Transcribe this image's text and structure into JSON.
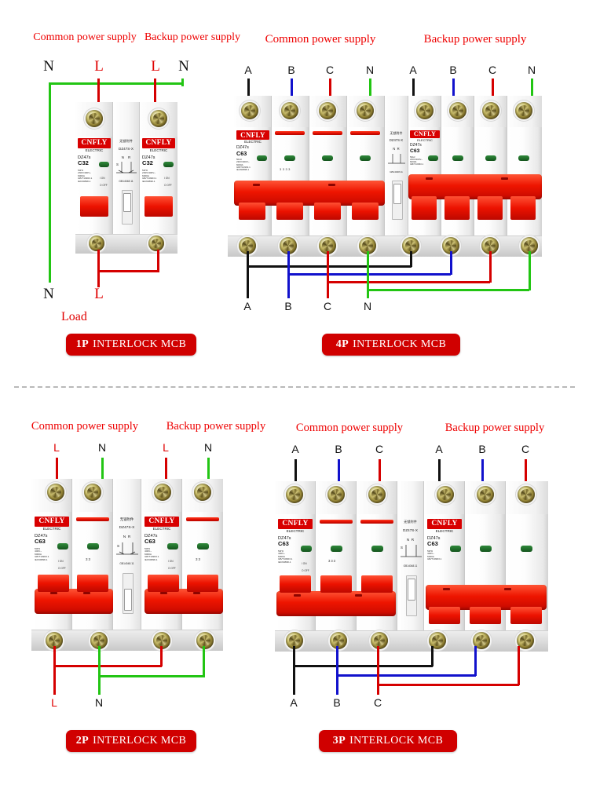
{
  "page": {
    "background": "#ffffff",
    "accent_red": "#d00000",
    "wire_colors": {
      "L": "#d50000",
      "N": "#22c513",
      "A": "#111111",
      "B": "#1111cc",
      "C": "#d50000"
    }
  },
  "divider": {
    "style": "dashed",
    "color": "#b9b9b9"
  },
  "breaker": {
    "brand": "CNFLY",
    "brand_sub": "ELECTRIC",
    "model": "DZ47s",
    "specs": [
      "50Hz",
      "230V/400V~",
      "6000A",
      "GB/T10963.1",
      "IEC60898-1"
    ],
    "specs_2p": [
      "50Hz",
      "400V~",
      "6000A",
      "GB/T10963.1",
      "IEC60898-1"
    ],
    "switch_on": "I ON",
    "switch_off": "O OFF"
  },
  "interlock": {
    "title_cn": "无锁附件",
    "model": "DZ47S-X",
    "terminal_left": "N",
    "terminal_right": "R",
    "terminal_s": "S",
    "code": "GB14048.11"
  },
  "panels": [
    {
      "id": "1p",
      "badge_num": "1P",
      "badge_text": "INTERLOCK MCB",
      "rating": "C32",
      "common_label": "Common power supply",
      "backup_label": "Backup power supply",
      "input_left": [
        "N",
        "L"
      ],
      "input_right": [
        "L",
        "N"
      ],
      "output_labels": [
        "N",
        "L"
      ],
      "load_label": "Load",
      "poles_per_side": 1
    },
    {
      "id": "4p",
      "badge_num": "4P",
      "badge_text": "INTERLOCK MCB",
      "rating": "C63",
      "common_label": "Common power supply",
      "backup_label": "Backup power supply",
      "input_left": [
        "A",
        "B",
        "C",
        "N"
      ],
      "input_right": [
        "A",
        "B",
        "C",
        "N"
      ],
      "output_labels": [
        "A",
        "B",
        "C",
        "N"
      ],
      "poles_per_side": 4
    },
    {
      "id": "2p",
      "badge_num": "2P",
      "badge_text": "INTERLOCK MCB",
      "rating": "C63",
      "common_label": "Common power supply",
      "backup_label": "Backup power supply",
      "input_left": [
        "L",
        "N"
      ],
      "input_right": [
        "L",
        "N"
      ],
      "output_labels": [
        "L",
        "N"
      ],
      "poles_per_side": 2
    },
    {
      "id": "3p",
      "badge_num": "3P",
      "badge_text": "INTERLOCK MCB",
      "rating": "C63",
      "common_label": "Common power supply",
      "backup_label": "Backup power supply",
      "input_left": [
        "A",
        "B",
        "C"
      ],
      "input_right": [
        "A",
        "B",
        "C"
      ],
      "output_labels": [
        "A",
        "B",
        "C"
      ],
      "poles_per_side": 3
    }
  ]
}
